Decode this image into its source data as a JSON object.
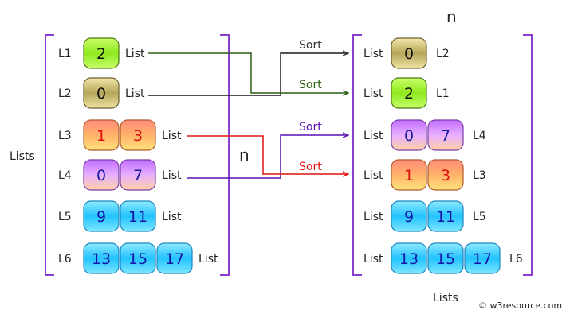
{
  "top_label": "n",
  "mid_label": "n",
  "left_axis_label": "Lists",
  "bottom_label": "Lists",
  "credit": "© w3resource.com",
  "colors": {
    "bracket": "#8a3fd1",
    "green_arrow": "#2d5f12",
    "red_arrow": "#e01010",
    "purple_arrow": "#5a11b4",
    "sort_default": "#333333",
    "sort_green": "#2d5f12",
    "sort_purple": "#5a11b4",
    "sort_red": "#e01010"
  },
  "left_lists": [
    {
      "name": "L1",
      "values": [
        "2"
      ],
      "style": "green",
      "tag": "List"
    },
    {
      "name": "L2",
      "values": [
        "0"
      ],
      "style": "olive",
      "tag": "List"
    },
    {
      "name": "L3",
      "values": [
        "1",
        "3"
      ],
      "style": "orange",
      "tag": "List"
    },
    {
      "name": "L4",
      "values": [
        "0",
        "7"
      ],
      "style": "purple",
      "tag": "List"
    },
    {
      "name": "L5",
      "values": [
        "9",
        "11"
      ],
      "style": "blue",
      "tag": "List"
    },
    {
      "name": "L6",
      "values": [
        "13",
        "15",
        "17"
      ],
      "style": "blue",
      "tag": "List"
    }
  ],
  "right_lists": [
    {
      "name": "L2",
      "values": [
        "0"
      ],
      "style": "olive",
      "tag": "List"
    },
    {
      "name": "L1",
      "values": [
        "2"
      ],
      "style": "green",
      "tag": "List"
    },
    {
      "name": "L4",
      "values": [
        "0",
        "7"
      ],
      "style": "purple",
      "tag": "List"
    },
    {
      "name": "L3",
      "values": [
        "1",
        "3"
      ],
      "style": "orange",
      "tag": "List"
    },
    {
      "name": "L5",
      "values": [
        "9",
        "11"
      ],
      "style": "blue",
      "tag": "List"
    },
    {
      "name": "L6",
      "values": [
        "13",
        "15",
        "17"
      ],
      "style": "blue",
      "tag": "List"
    }
  ],
  "sort_labels": [
    {
      "text": "Sort",
      "color_key": "sort_default"
    },
    {
      "text": "Sort",
      "color_key": "sort_green"
    },
    {
      "text": "Sort",
      "color_key": "sort_purple"
    },
    {
      "text": "Sort",
      "color_key": "sort_red"
    }
  ]
}
